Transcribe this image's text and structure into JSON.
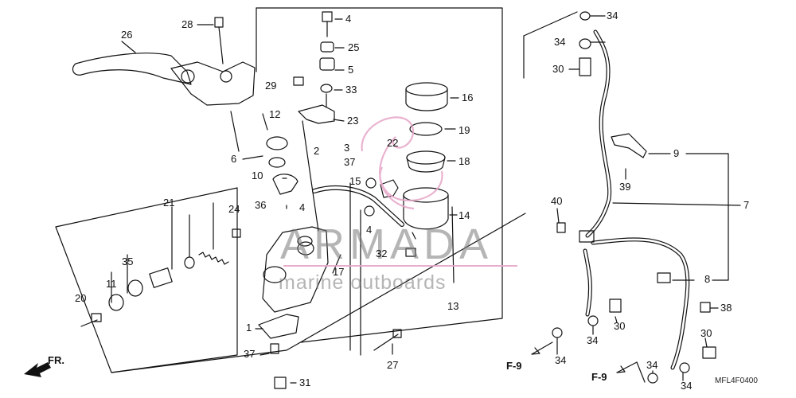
{
  "callouts": [
    {
      "id": "c26",
      "label": "26"
    },
    {
      "id": "c28",
      "label": "28"
    },
    {
      "id": "c4a",
      "label": "4"
    },
    {
      "id": "c25",
      "label": "25"
    },
    {
      "id": "c5",
      "label": "5"
    },
    {
      "id": "c29",
      "label": "29"
    },
    {
      "id": "c33",
      "label": "33"
    },
    {
      "id": "c16",
      "label": "16"
    },
    {
      "id": "c23",
      "label": "23"
    },
    {
      "id": "c12",
      "label": "12"
    },
    {
      "id": "c2",
      "label": "2"
    },
    {
      "id": "c3",
      "label": "3"
    },
    {
      "id": "c22",
      "label": "22"
    },
    {
      "id": "c19",
      "label": "19"
    },
    {
      "id": "c6",
      "label": "6"
    },
    {
      "id": "c37a",
      "label": "37"
    },
    {
      "id": "c18",
      "label": "18"
    },
    {
      "id": "c10",
      "label": "10"
    },
    {
      "id": "c15",
      "label": "15"
    },
    {
      "id": "c4b",
      "label": "4"
    },
    {
      "id": "c36",
      "label": "36"
    },
    {
      "id": "c21",
      "label": "21"
    },
    {
      "id": "c24",
      "label": "24"
    },
    {
      "id": "c14",
      "label": "14"
    },
    {
      "id": "c4c",
      "label": "4"
    },
    {
      "id": "c35",
      "label": "35"
    },
    {
      "id": "c32",
      "label": "32"
    },
    {
      "id": "c17",
      "label": "17"
    },
    {
      "id": "c11",
      "label": "11"
    },
    {
      "id": "c13",
      "label": "13"
    },
    {
      "id": "c20",
      "label": "20"
    },
    {
      "id": "c1",
      "label": "1"
    },
    {
      "id": "c37b",
      "label": "37"
    },
    {
      "id": "c27",
      "label": "27"
    },
    {
      "id": "c31",
      "label": "31"
    },
    {
      "id": "c34a",
      "label": "34"
    },
    {
      "id": "c34b",
      "label": "34"
    },
    {
      "id": "c30a",
      "label": "30"
    },
    {
      "id": "c9",
      "label": "9"
    },
    {
      "id": "c39",
      "label": "39"
    },
    {
      "id": "c40",
      "label": "40"
    },
    {
      "id": "c7",
      "label": "7"
    },
    {
      "id": "c8",
      "label": "8"
    },
    {
      "id": "c38",
      "label": "38"
    },
    {
      "id": "c30b",
      "label": "30"
    },
    {
      "id": "c34c",
      "label": "34"
    },
    {
      "id": "c30c",
      "label": "30"
    },
    {
      "id": "c34d",
      "label": "34"
    },
    {
      "id": "c34e",
      "label": "34"
    },
    {
      "id": "c34f",
      "label": "34"
    }
  ],
  "refs": {
    "f9_left": "F-9",
    "f9_right": "F-9"
  },
  "direction_label": "FR.",
  "watermark": {
    "title": "ARMADA",
    "subtitle": "marine outboards"
  },
  "diagram_code": "MFL4F0400",
  "colors": {
    "line": "#111111",
    "watermark_gray": "#8a8a8a",
    "watermark_pink": "#e6a6c8"
  }
}
